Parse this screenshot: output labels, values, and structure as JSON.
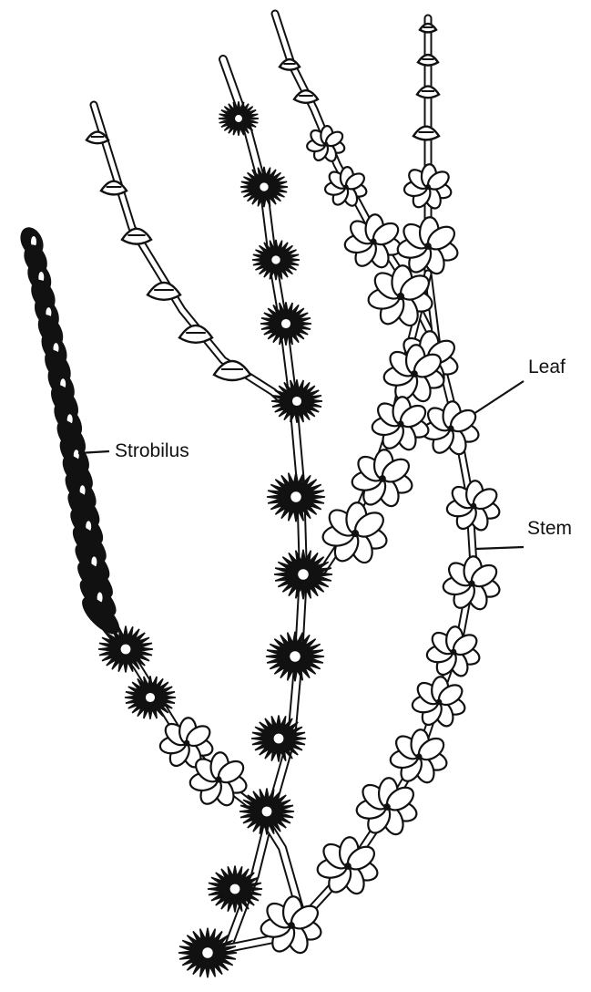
{
  "diagram": {
    "labels": {
      "strobilus": "Strobilus",
      "leaf": "Leaf",
      "stem": "Stem"
    },
    "colors": {
      "ink": "#111111",
      "paper": "#ffffff"
    }
  }
}
